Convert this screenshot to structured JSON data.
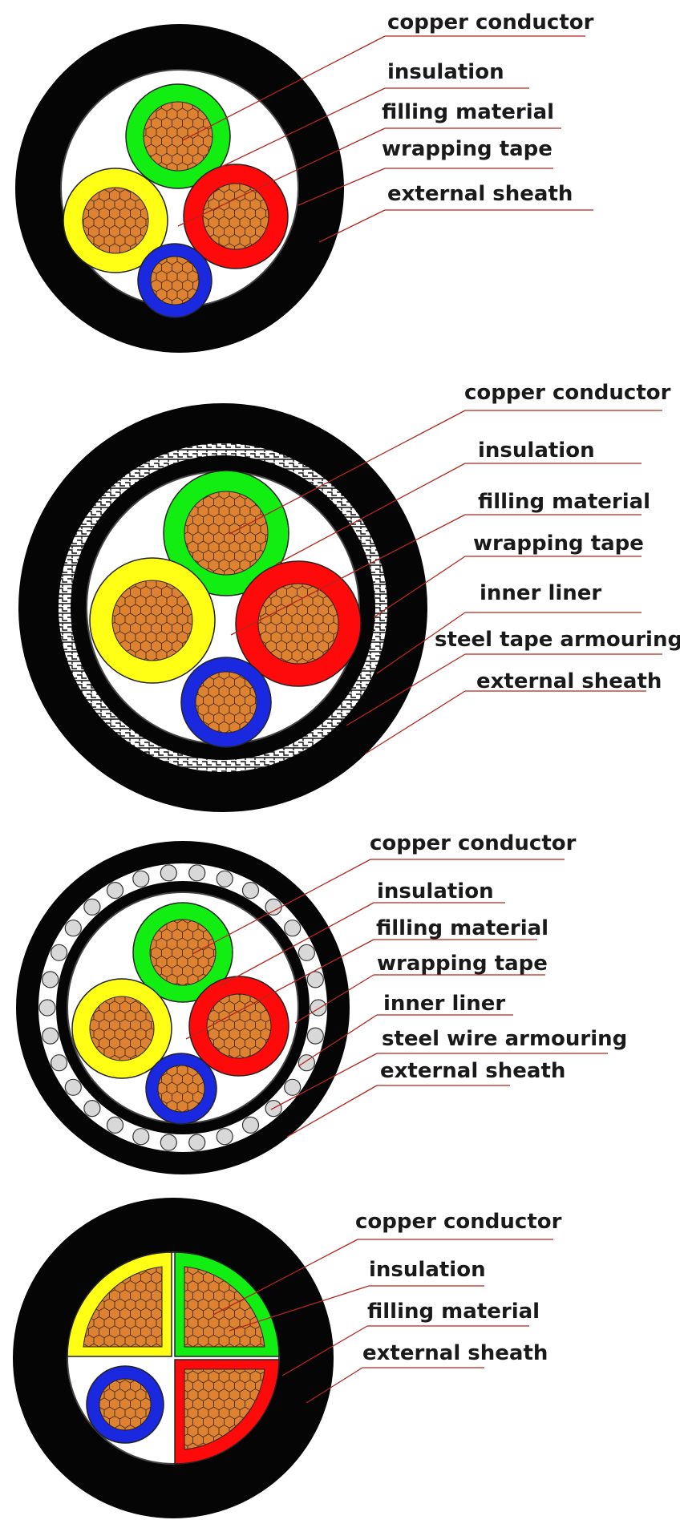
{
  "colors": {
    "sheath": "#050505",
    "filler": "#ffffff",
    "copper": "#dc8231",
    "copper_grid": "#4a2a12",
    "leader": "#b3261e",
    "green": "#12ee12",
    "yellow": "#ffff16",
    "red": "#ff0a0a",
    "blue": "#1a28e0",
    "wire": "#d8d8d8",
    "label_text": "#1a1a1a"
  },
  "diagrams": [
    {
      "name": "unarmoured-cable",
      "labels": [
        "copper conductor",
        "insulation",
        "filling material",
        "wrapping tape",
        "external sheath"
      ]
    },
    {
      "name": "steel-tape-armoured-cable",
      "labels": [
        "copper conductor",
        "insulation",
        "filling material",
        "wrapping tape",
        "inner liner",
        "steel tape armouring",
        "external sheath"
      ]
    },
    {
      "name": "steel-wire-armoured-cable",
      "labels": [
        "copper conductor",
        "insulation",
        "filling material",
        "wrapping tape",
        "inner liner",
        "steel wire armouring",
        "external sheath"
      ]
    },
    {
      "name": "sector-conductor-cable",
      "labels": [
        "copper conductor",
        "insulation",
        "filling material",
        "external sheath"
      ]
    }
  ]
}
